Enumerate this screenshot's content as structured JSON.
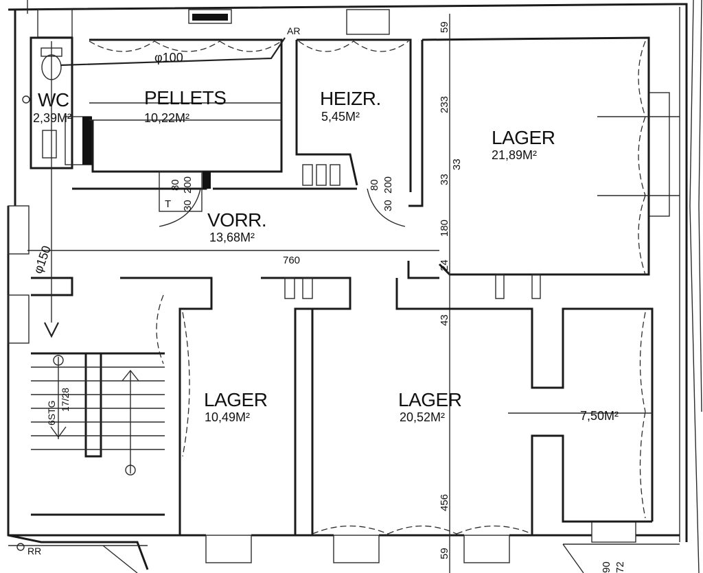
{
  "rooms": {
    "wc": {
      "name": "WC",
      "area": "2,39M²"
    },
    "pellets": {
      "name": "PELLETS",
      "area": "10,22M²"
    },
    "heizr": {
      "name": "HEIZR.",
      "area": "5,45M²"
    },
    "lager_ne": {
      "name": "LAGER",
      "area": "21,89M²"
    },
    "vorr": {
      "name": "VORR.",
      "area": "13,68M²"
    },
    "lager_sw": {
      "name": "LAGER",
      "area": "10,49M²"
    },
    "lager_s": {
      "name": "LAGER",
      "area": "20,52M²"
    },
    "lager_e": {
      "area": "7,50M²"
    }
  },
  "pipes": {
    "d100": "φ100",
    "d150": "φ150"
  },
  "labels": {
    "ar": "AR",
    "rr": "RR",
    "stairs": "6STG",
    "stairs_ratio": "17/28"
  },
  "dimensions": {
    "d59_top": "59",
    "d233": "233",
    "d33_a": "33",
    "d33_b": "33",
    "d180": "180",
    "d24": "24",
    "d43": "43",
    "d456": "456",
    "d59_bottom": "59",
    "d760": "760",
    "door_l_80": "80",
    "door_l_200": "200",
    "door_l_30": "30",
    "door_r_80": "80",
    "door_r_200": "200",
    "door_r_30": "30",
    "door_t": "T",
    "d90": "90",
    "d72": "72"
  }
}
